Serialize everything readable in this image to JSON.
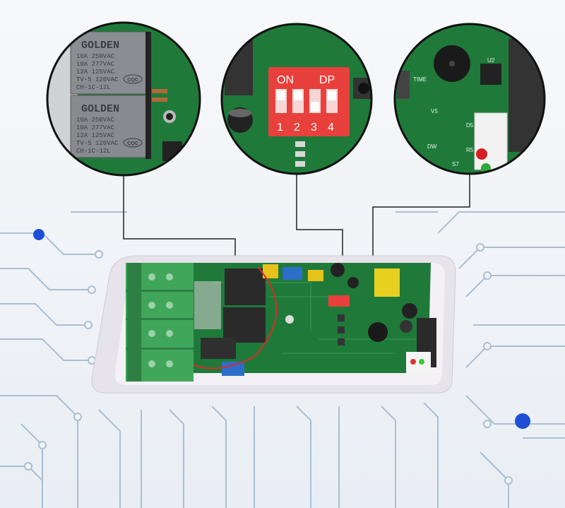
{
  "colors": {
    "background": "#f2f4f7",
    "circuit_trace": "#9fb6cc",
    "accent_dot": "#1f4fd6",
    "pcb_green": "#1f7a3a",
    "terminal_green": "#3fa65a",
    "dip_red": "#e8403c",
    "relay_grey": "#8a8d92",
    "enclosure": "#e6e3ea"
  },
  "callouts": {
    "relays": {
      "brand": "GOLDEN",
      "lines": [
        "10A 250VAC",
        "10A 277VAC",
        "12A 125VAC",
        "TV-5 120VAC",
        "CH-1C-12L"
      ],
      "cert": "CQC"
    },
    "dip_switch": {
      "on_label": "ON",
      "dp_label": "DP",
      "positions": [
        "1",
        "2",
        "3",
        "4"
      ]
    },
    "indicator": {
      "labels": [
        "U2",
        "TIME",
        "V5",
        "D5",
        "R5",
        "S7",
        "DW"
      ]
    }
  }
}
